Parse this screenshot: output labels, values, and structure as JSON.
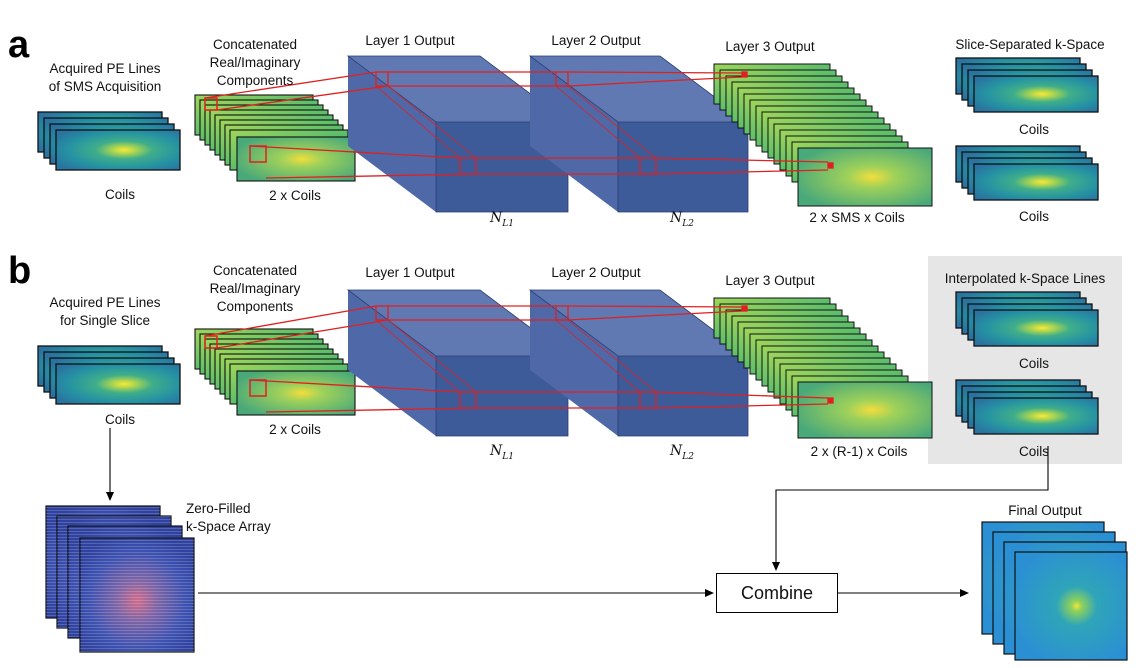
{
  "panels": {
    "a": {
      "letter": "a",
      "input_title": "Acquired PE Lines\nof SMS Acquisition",
      "input_caption": "Coils",
      "concat_title": "Concatenated\nReal/Imaginary\nComponents",
      "concat_caption": "2 x Coils",
      "layer1_title": "Layer 1 Output",
      "layer1_caption_symbol": "N",
      "layer1_caption_sub": "L1",
      "layer2_title": "Layer 2 Output",
      "layer2_caption_symbol": "N",
      "layer2_caption_sub": "L2",
      "layer3_title": "Layer 3 Output",
      "layer3_caption": "2 x SMS x Coils",
      "output_title": "Slice-Separated k-Space",
      "output_caption_1": "Coils",
      "output_caption_2": "Coils"
    },
    "b": {
      "letter": "b",
      "input_title": "Acquired PE Lines\nfor Single Slice",
      "input_caption": "Coils",
      "concat_title": "Concatenated\nReal/Imaginary\nComponents",
      "concat_caption": "2 x Coils",
      "layer1_title": "Layer 1 Output",
      "layer1_caption_symbol": "N",
      "layer1_caption_sub": "L1",
      "layer2_title": "Layer 2 Output",
      "layer2_caption_symbol": "N",
      "layer2_caption_sub": "L2",
      "layer3_title": "Layer 3 Output",
      "layer3_caption": "2 x (R-1) x Coils",
      "output_title": "Interpolated k-Space Lines",
      "output_caption_1": "Coils",
      "output_caption_2": "Coils",
      "zerofill_title": "Zero-Filled\nk-Space Array",
      "combine_label": "Combine",
      "final_title": "Final Output"
    }
  },
  "colors": {
    "block_front": "#3d5a99",
    "block_top": "#6079b3",
    "block_side": "#2c4680",
    "connection": "#e02020",
    "kspace_base": "#1f8f9a",
    "kspace_center": "#f5e23a",
    "zerofill_base": "#3a4fb0",
    "zerofill_center": "#c65a8a",
    "output_panel_bg": "#e6e6e6"
  }
}
